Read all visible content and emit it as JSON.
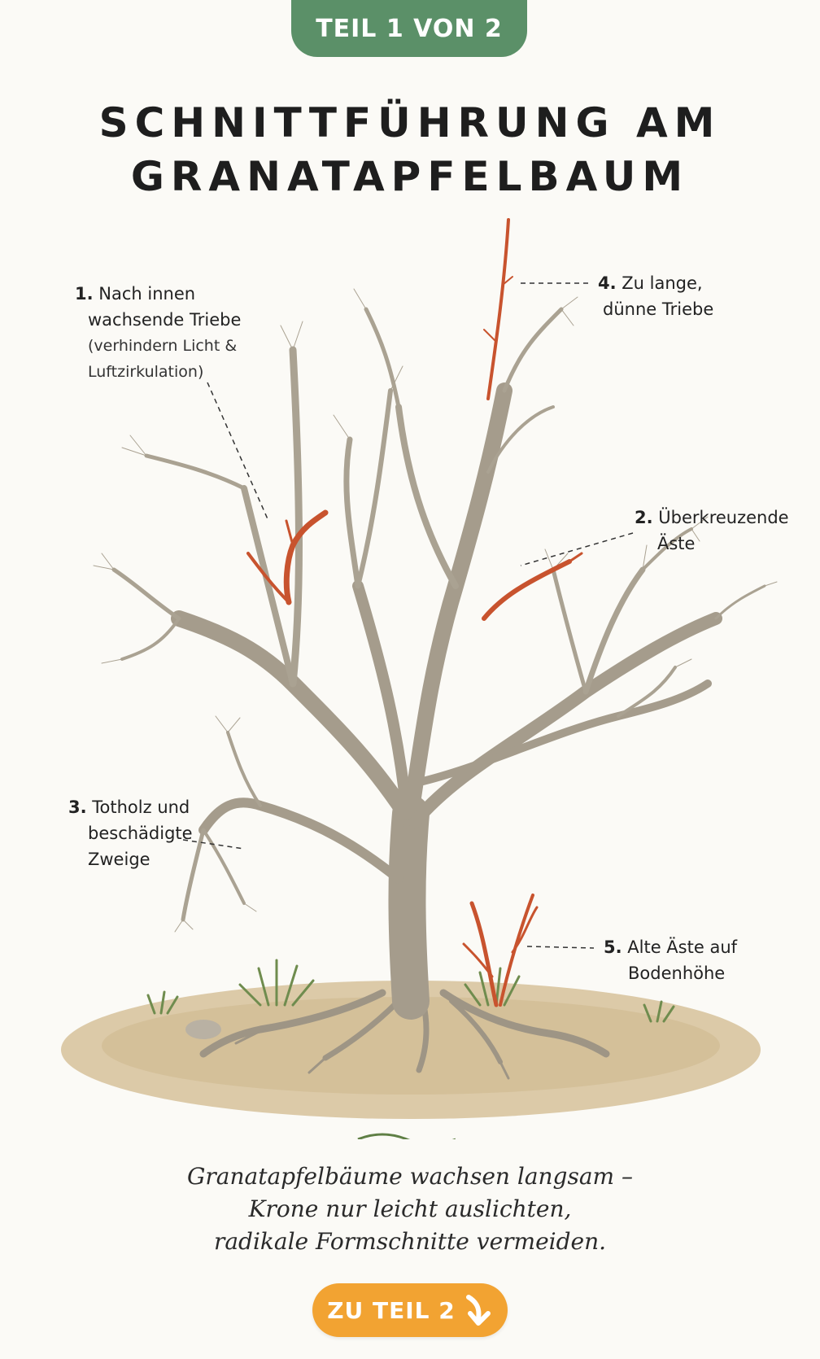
{
  "badge": "TEIL 1 VON 2",
  "title": [
    "SCHNITTFÜHRUNG AM",
    "GRANATAPFELBAUM"
  ],
  "labels": {
    "l1": {
      "num": "1.",
      "line1": "Nach innen",
      "line2": "wachsende Triebe",
      "sub1": "(verhindern Licht &",
      "sub2": "Luftzirkulation)"
    },
    "l2": {
      "num": "2.",
      "line1": "Überkreuzende",
      "line2": "Äste"
    },
    "l3": {
      "num": "3.",
      "line1": "Totholz und",
      "line2": "beschädigte",
      "line3": "Zweige"
    },
    "l4": {
      "num": "4.",
      "line1": "Zu lange,",
      "line2": "dünne Triebe"
    },
    "l5": {
      "num": "5.",
      "line1": "Alte Äste auf",
      "line2": "Bodenhöhe"
    }
  },
  "caption": [
    "Granatapfelbäume wachsen langsam –",
    "Krone nur leicht auslichten,",
    "radikale Formschnitte vermeiden."
  ],
  "cta": {
    "label": "ZU TEIL 2",
    "icon": "arrow-down-right-icon"
  },
  "colors": {
    "badge": "#5b9068",
    "cta": "#f2a332",
    "cut": "#c8532e",
    "wood": "#a39a8a",
    "ground": "#d8c6a4",
    "grass": "#5f7f45"
  }
}
